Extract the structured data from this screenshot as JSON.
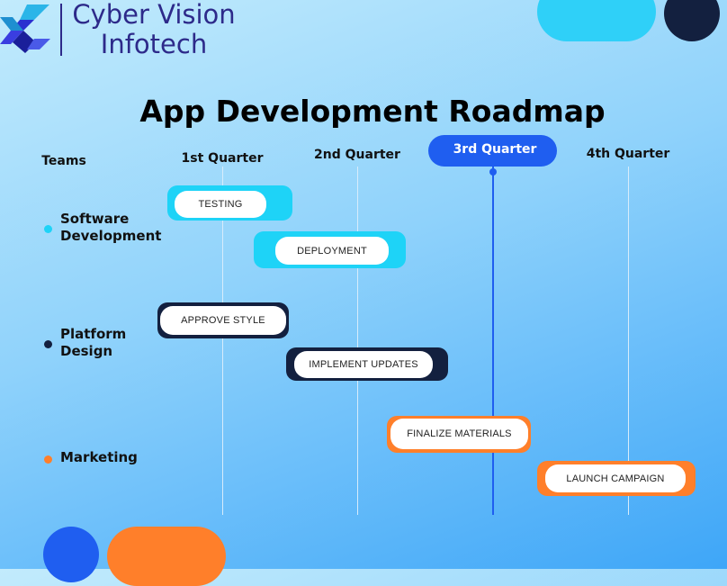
{
  "brand": {
    "name_line1": "Cyber Vision",
    "name_line2": "Infotech"
  },
  "title": "App Development Roadmap",
  "headers": {
    "teams": "Teams",
    "q1": "1st Quarter",
    "q2": "2nd Quarter",
    "q3": "3rd Quarter",
    "q4": "4th Quarter",
    "current_quarter": "3rd Quarter"
  },
  "teams": [
    {
      "name_line1": "Software",
      "name_line2": "Development",
      "color": "#1ed3f7"
    },
    {
      "name_line1": "Platform",
      "name_line2": "Design",
      "color": "#13203f"
    },
    {
      "name_line1": "Marketing",
      "name_line2": "",
      "color": "#ff7f2a"
    }
  ],
  "tasks": [
    {
      "label": "TESTING",
      "team": "Software Development"
    },
    {
      "label": "DEPLOYMENT",
      "team": "Software Development"
    },
    {
      "label": "APPROVE STYLE",
      "team": "Platform Design"
    },
    {
      "label": "IMPLEMENT UPDATES",
      "team": "Platform Design"
    },
    {
      "label": "FINALIZE MATERIALS",
      "team": "Marketing"
    },
    {
      "label": "LAUNCH CAMPAIGN",
      "team": "Marketing"
    }
  ],
  "colors": {
    "cyan": "#1ed3f7",
    "navy": "#13203f",
    "orange": "#ff7f2a",
    "blue": "#1f5ef0"
  }
}
